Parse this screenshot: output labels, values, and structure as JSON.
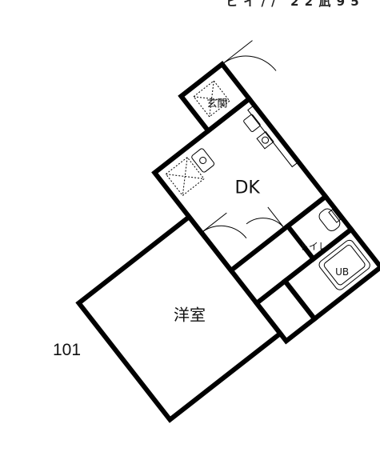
{
  "header_fragment": "ヒ イ / / ′ 2 2 凪 9 5",
  "unit_number": "101",
  "rooms": {
    "genkan": "玄関",
    "dk": "DK",
    "washitsu": "洋室",
    "toilet": "トイレ",
    "ub": "UB"
  }
}
